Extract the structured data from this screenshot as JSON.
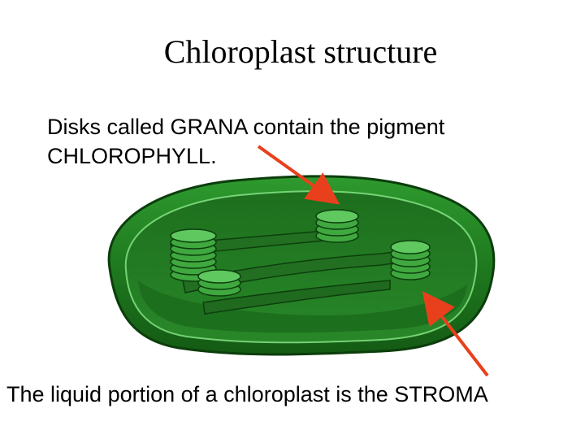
{
  "slide": {
    "title": "Chloroplast structure",
    "grana_caption_line1": "Disks called GRANA contain the pigment",
    "grana_caption_line2": "CHLOROPHYLL.",
    "stroma_caption": "The liquid portion of a chloroplast is the STROMA"
  },
  "colors": {
    "arrow": "#e8401c",
    "chloroplast_dark": "#0f4a0f",
    "chloroplast_mid": "#2f8f2f",
    "chloroplast_light": "#5fc85f"
  }
}
